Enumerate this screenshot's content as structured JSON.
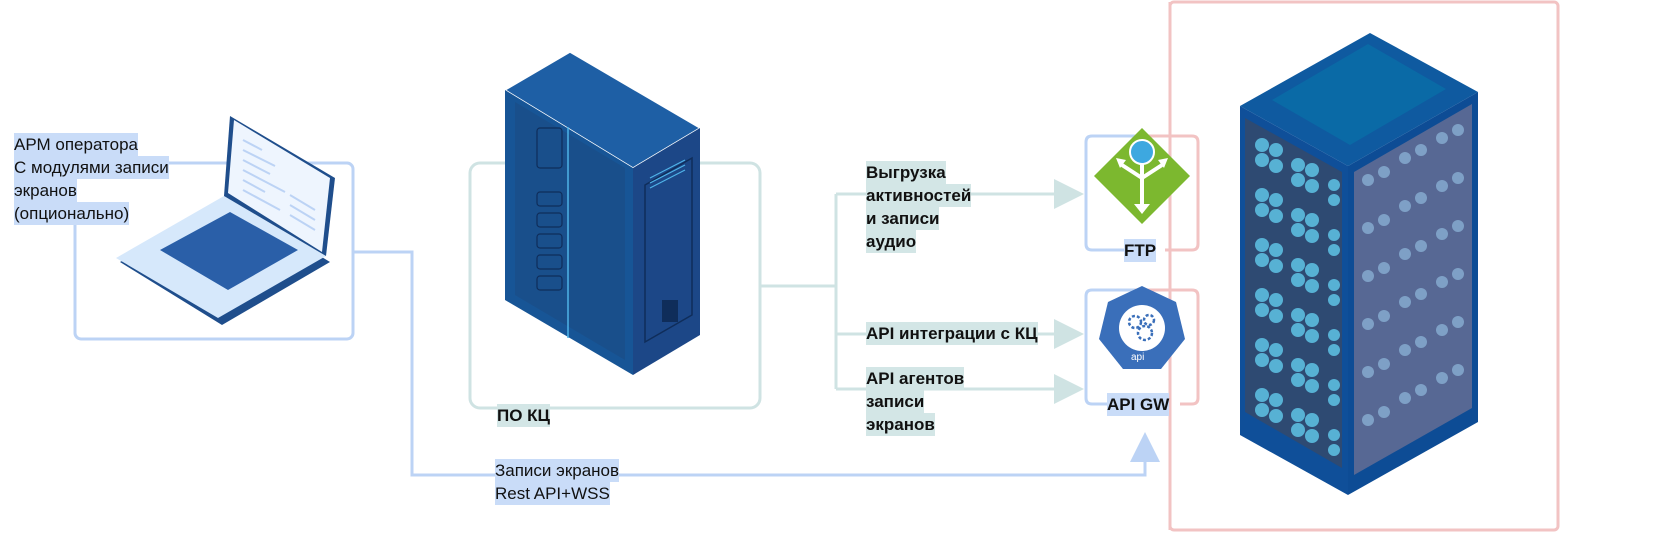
{
  "colors": {
    "blue_line": "#bcd3f5",
    "teal_line": "#cfe3e3",
    "red_frame": "#f2c3c3",
    "blue_label_bg": "#c9dcf8",
    "teal_label_bg": "#d3e6e6",
    "ftp_green": "#7cb82f",
    "api_blue": "#3a6fba"
  },
  "workstation": {
    "icon": "laptop-icon",
    "lines": [
      "АРМ оператора",
      "С модулями записи",
      "экранов",
      "(опционально)"
    ]
  },
  "contact_center": {
    "icon": "server-cabinet-icon",
    "label": "ПО КЦ"
  },
  "flows": {
    "export": [
      "Выгрузка",
      "активностей",
      "и записи",
      "аудио"
    ],
    "api_integration": [
      "API интеграции с КЦ"
    ],
    "api_agents": [
      "API агентов",
      "записи",
      "экранов"
    ],
    "screen_records": [
      "Записи экранов",
      "Rest API+WSS"
    ]
  },
  "ftp": {
    "icon": "ftp-globe-arrows-icon",
    "label": "FTP"
  },
  "api_gw": {
    "icon": "api-gears-icon",
    "label": "API GW",
    "badge": "api"
  },
  "datacenter": {
    "icon": "server-rack-icon"
  }
}
